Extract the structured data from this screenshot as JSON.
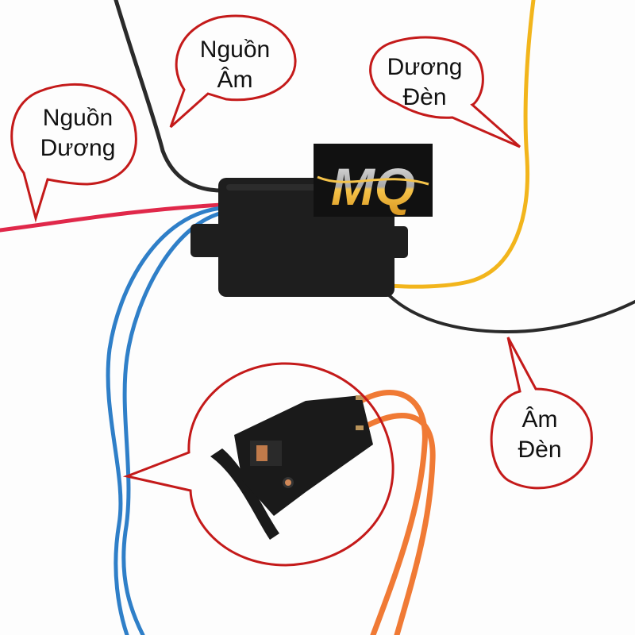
{
  "image": {
    "subject": "Wiring module with switch and labeled wires",
    "background_color": "#fdfdfd"
  },
  "logo": {
    "text": "MQ",
    "background": "#111111",
    "top_color": "#c8c8c8",
    "bottom_color": "#f0b63a"
  },
  "callouts": [
    {
      "id": "nguon-duong",
      "text": "Nguồn\nDương",
      "wire": "red"
    },
    {
      "id": "nguon-am",
      "text": "Nguồn\nÂm",
      "wire": "black-top"
    },
    {
      "id": "duong-den",
      "text": "Dương\nĐèn",
      "wire": "yellow"
    },
    {
      "id": "am-den",
      "text": "Âm\nĐèn",
      "wire": "black-right"
    }
  ],
  "colors": {
    "callout_stroke": "#c41a1a",
    "wire_red": "#e0284a",
    "wire_black": "#2a2a2a",
    "wire_yellow": "#f2b51c",
    "wire_blue": "#2f7fc8",
    "wire_orange": "#f07a35",
    "module": "#1e1e1e",
    "switch": "#1a1a1a"
  }
}
